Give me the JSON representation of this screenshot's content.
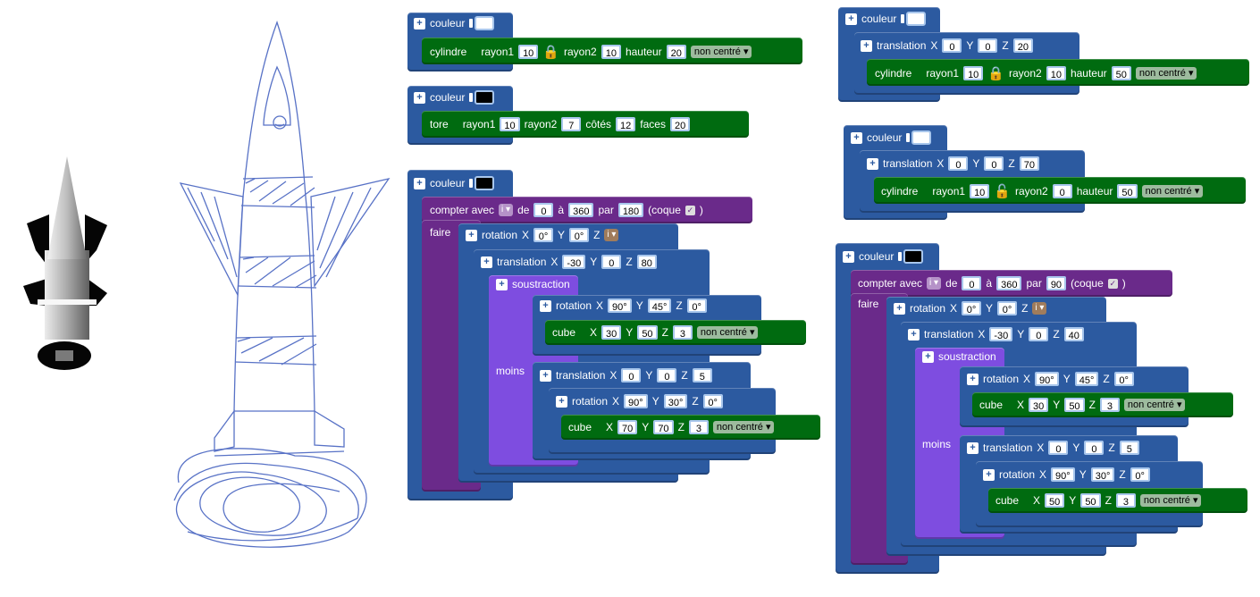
{
  "labels": {
    "couleur": "couleur",
    "cylindre": "cylindre",
    "tore": "tore",
    "rayon1": "rayon1",
    "rayon2": "rayon2",
    "hauteur": "hauteur",
    "cotes": "côtés",
    "faces": "faces",
    "non_centre": "non centré ▾",
    "compter": "compter avec",
    "de": "de",
    "a": "à",
    "par": "par",
    "coque": "(coque",
    "coque_close": ")",
    "faire": "faire",
    "rotation": "rotation",
    "translation": "translation",
    "soustraction": "soustraction",
    "moins": "moins",
    "cube": "cube",
    "X": "X",
    "Y": "Y",
    "Z": "Z",
    "var_i": "i ▾",
    "check": "✓",
    "plus": "+"
  },
  "colors": {
    "white_swatch": "#ffffff",
    "black_swatch": "#000000"
  },
  "b1": {
    "rayon1": "10",
    "rayon2": "10",
    "hauteur": "20"
  },
  "b2": {
    "rayon1": "10",
    "rayon2": "7",
    "cotes": "12",
    "faces": "20"
  },
  "b3": {
    "from": "0",
    "to": "360",
    "step": "180",
    "rot1": {
      "x": "0°",
      "y": "0°"
    },
    "tr1": {
      "x": "-30",
      "y": "0",
      "z": "80"
    },
    "rot2": {
      "x": "90°",
      "y": "45°",
      "z": "0°"
    },
    "cube1": {
      "x": "30",
      "y": "50",
      "z": "3"
    },
    "tr2": {
      "x": "0",
      "y": "0",
      "z": "5"
    },
    "rot3": {
      "x": "90°",
      "y": "30°",
      "z": "0°"
    },
    "cube2": {
      "x": "70",
      "y": "70",
      "z": "3"
    }
  },
  "b4": {
    "tx": "0",
    "ty": "0",
    "tz": "20",
    "rayon1": "10",
    "rayon2": "10",
    "hauteur": "50"
  },
  "b5": {
    "tx": "0",
    "ty": "0",
    "tz": "70",
    "rayon1": "10",
    "rayon2": "0",
    "hauteur": "50"
  },
  "b6": {
    "from": "0",
    "to": "360",
    "step": "90",
    "rot1": {
      "x": "0°",
      "y": "0°"
    },
    "tr1": {
      "x": "-30",
      "y": "0",
      "z": "40"
    },
    "rot2": {
      "x": "90°",
      "y": "45°",
      "z": "0°"
    },
    "cube1": {
      "x": "30",
      "y": "50",
      "z": "3"
    },
    "tr2": {
      "x": "0",
      "y": "0",
      "z": "5"
    },
    "rot3": {
      "x": "90°",
      "y": "30°",
      "z": "0°"
    },
    "cube2": {
      "x": "50",
      "y": "50",
      "z": "3"
    }
  }
}
